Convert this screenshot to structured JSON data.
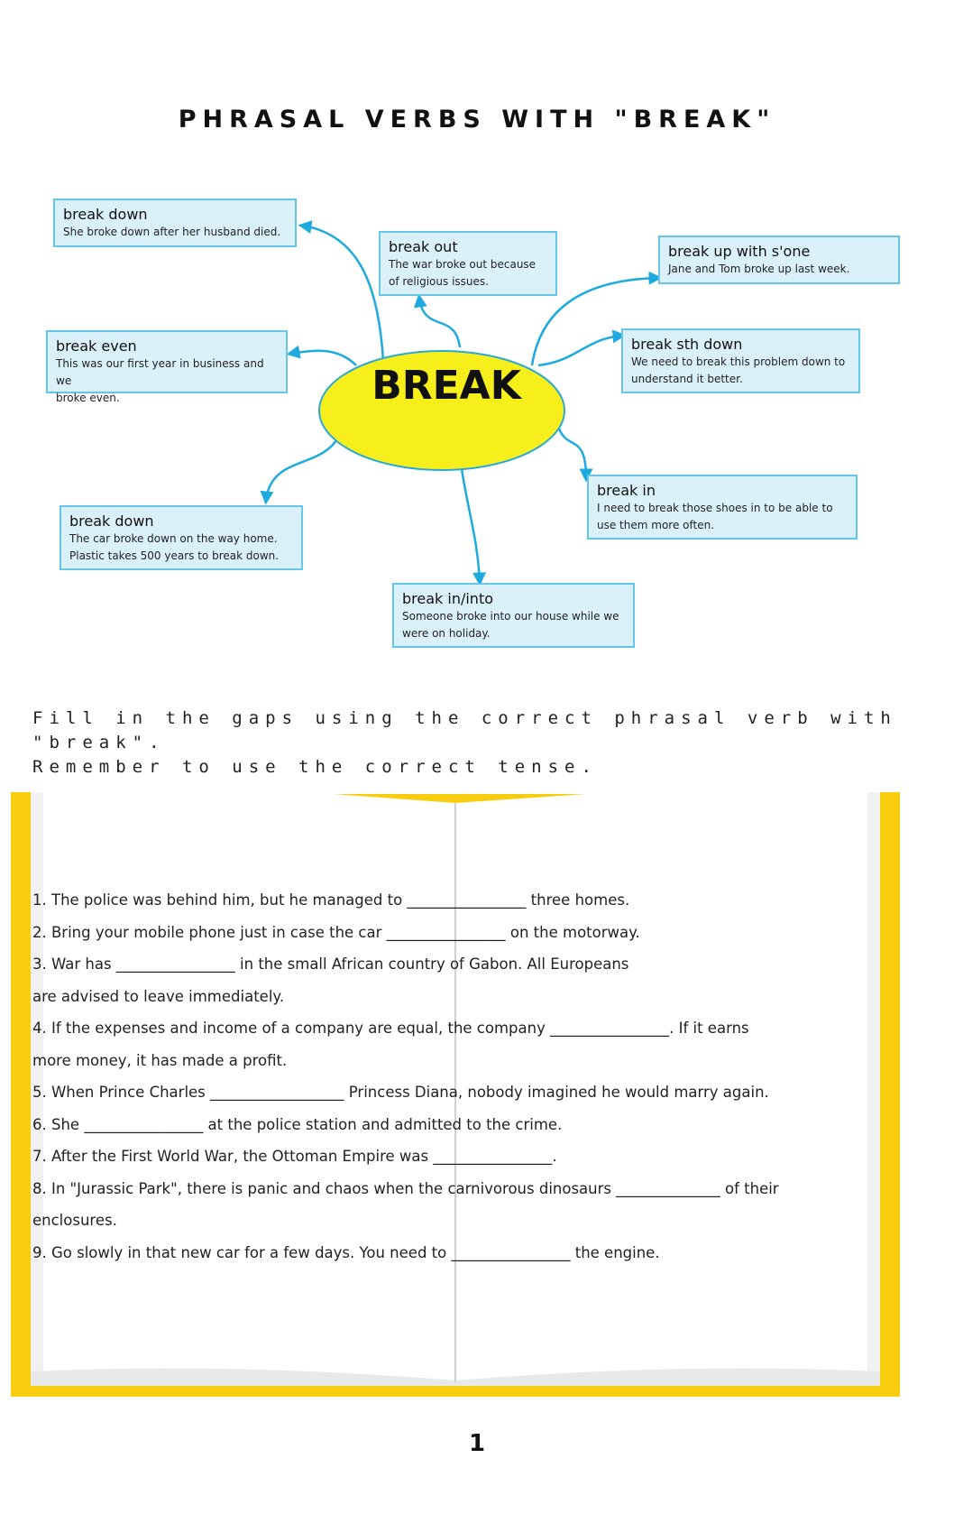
{
  "title": "PHRASAL VERBS WITH \"BREAK\"",
  "mindmap": {
    "center": "BREAK",
    "boxes": [
      {
        "head": "break down",
        "ex1": "She broke down after her husband  died.",
        "ex2": ""
      },
      {
        "head": "break out",
        "ex1": "The war broke out because",
        "ex2": "of religious issues."
      },
      {
        "head": "break up  with s'one",
        "ex1": "Jane and Tom broke up last week.",
        "ex2": ""
      },
      {
        "head": "break even",
        "ex1": "This was our first year in business and we",
        "ex2": "broke even."
      },
      {
        "head": "break sth down",
        "ex1": "We need to break this problem down to",
        "ex2": "understand it better."
      },
      {
        "head": "break in",
        "ex1": "I need to break those shoes in to be able to",
        "ex2": "use them more often."
      },
      {
        "head": "break down",
        "ex1": "The car broke down on the way home.",
        "ex2": "Plastic takes 500 years to break down."
      },
      {
        "head": "break in/into",
        "ex1": "Someone broke into our house while we",
        "ex2": "were on holiday."
      }
    ]
  },
  "instruction": {
    "line1": "Fill in the gaps using the correct phrasal verb with  \"break\".",
    "line2": "Remember to use the correct tense."
  },
  "exercises": [
    "1. The police was behind him, but he managed to ________________ three homes.",
    "2. Bring your mobile phone just in case the car ________________ on the motorway.",
    "3. War has ________________ in the small African country of Gabon. All Europeans",
    "are advised to leave immediately.",
    "4. If the expenses and income of a company are equal, the company ________________. If it earns",
    "more money, it has made a profit.",
    "5. When Prince Charles __________________ Princess Diana, nobody imagined he would marry again.",
    "6. She ________________ at the police station and admitted to the crime.",
    "7. After the First World War, the Ottoman Empire was ________________.",
    "8. In \"Jurassic Park\", there is panic and chaos when the carnivorous dinosaurs ______________ of their",
    "enclosures.",
    "9. Go slowly in that new car for a few days. You need to ________________ the engine."
  ],
  "page_number": "1",
  "colors": {
    "box_fill": "#daf1fa",
    "box_border": "#64c6eb",
    "arrow": "#1eaadf",
    "ellipse_fill": "#f7ef1b",
    "ellipse_stroke": "#2aa9d8",
    "book_frame": "#f8cd10"
  }
}
